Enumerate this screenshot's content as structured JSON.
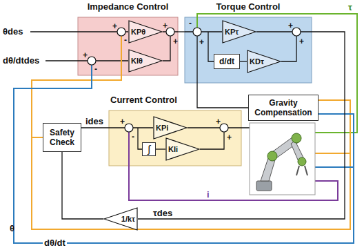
{
  "diagram": {
    "nodes": [
      {
        "text": [
          "Impedance Control"
        ]
      },
      {
        "text": [
          "KPθ"
        ],
        "in": 0
      },
      {
        "text": [
          "KIθ"
        ],
        "in": 0
      },
      {
        "text": [
          "Torque Control"
        ]
      },
      {
        "text": [
          "KPτ"
        ],
        "in": 3
      },
      {
        "text": [
          "d/dt"
        ],
        "in": 3
      },
      {
        "text": [
          "KDτ"
        ],
        "in": 3
      },
      {
        "text": [
          "Gravity Compensation"
        ]
      },
      {
        "text": [
          "Safety Check"
        ]
      },
      {
        "text": [
          "Current Control"
        ]
      },
      {
        "text": [
          "KPi"
        ],
        "in": 9
      },
      {
        "text": [
          "∫"
        ],
        "in": 9
      },
      {
        "text": [
          "KIi"
        ],
        "in": 9
      },
      {
        "text": [
          "1/kτ"
        ]
      }
    ],
    "edges": [
      {
        "from": 0,
        "to": 3,
        "arrow": "none"
      },
      {
        "from": 5,
        "to": 6,
        "arrow": "none"
      },
      {
        "from": 7,
        "to": 3,
        "arrow": "none"
      },
      {
        "from": 8,
        "to": 9,
        "label": "ides",
        "arrow": "none"
      },
      {
        "from": 13,
        "to": 8,
        "arrow": "none"
      },
      {
        "from": 11,
        "to": 12,
        "arrow": "none"
      },
      {
        "from": 3,
        "to": 13,
        "label": "τdes",
        "arrow": "none"
      }
    ],
    "labels": [
      "θdes",
      "dθ/dtdes",
      "τ",
      "i",
      "θ",
      "dθ/dt",
      "+",
      "-",
      "+",
      "-",
      "+",
      "+",
      "-",
      "+",
      "+",
      "+",
      "+",
      "-",
      "+",
      "+"
    ]
  }
}
